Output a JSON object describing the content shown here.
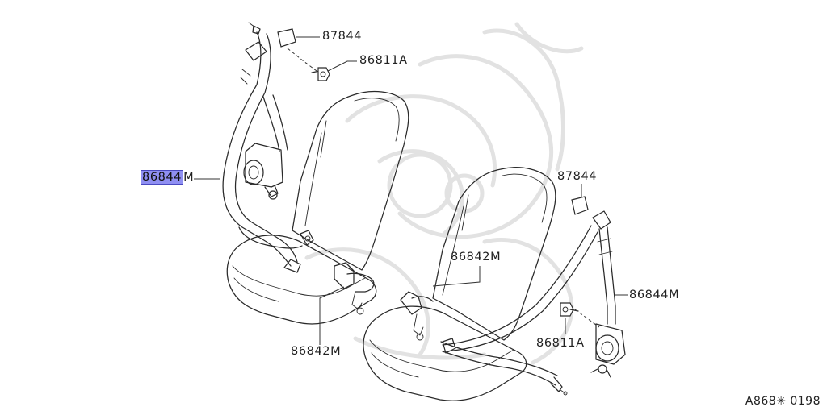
{
  "diagram": {
    "callouts": {
      "c1": "87844",
      "c2": "86811A",
      "c3_prefix": "86844",
      "c3_suffix": "M",
      "c4": "87844",
      "c5": "86842M",
      "c6": "86844M",
      "c7": "86811A",
      "c8": "86842M"
    },
    "highlight_color": "#8f8ff2",
    "diagram_code": "A868✳ 0198"
  }
}
